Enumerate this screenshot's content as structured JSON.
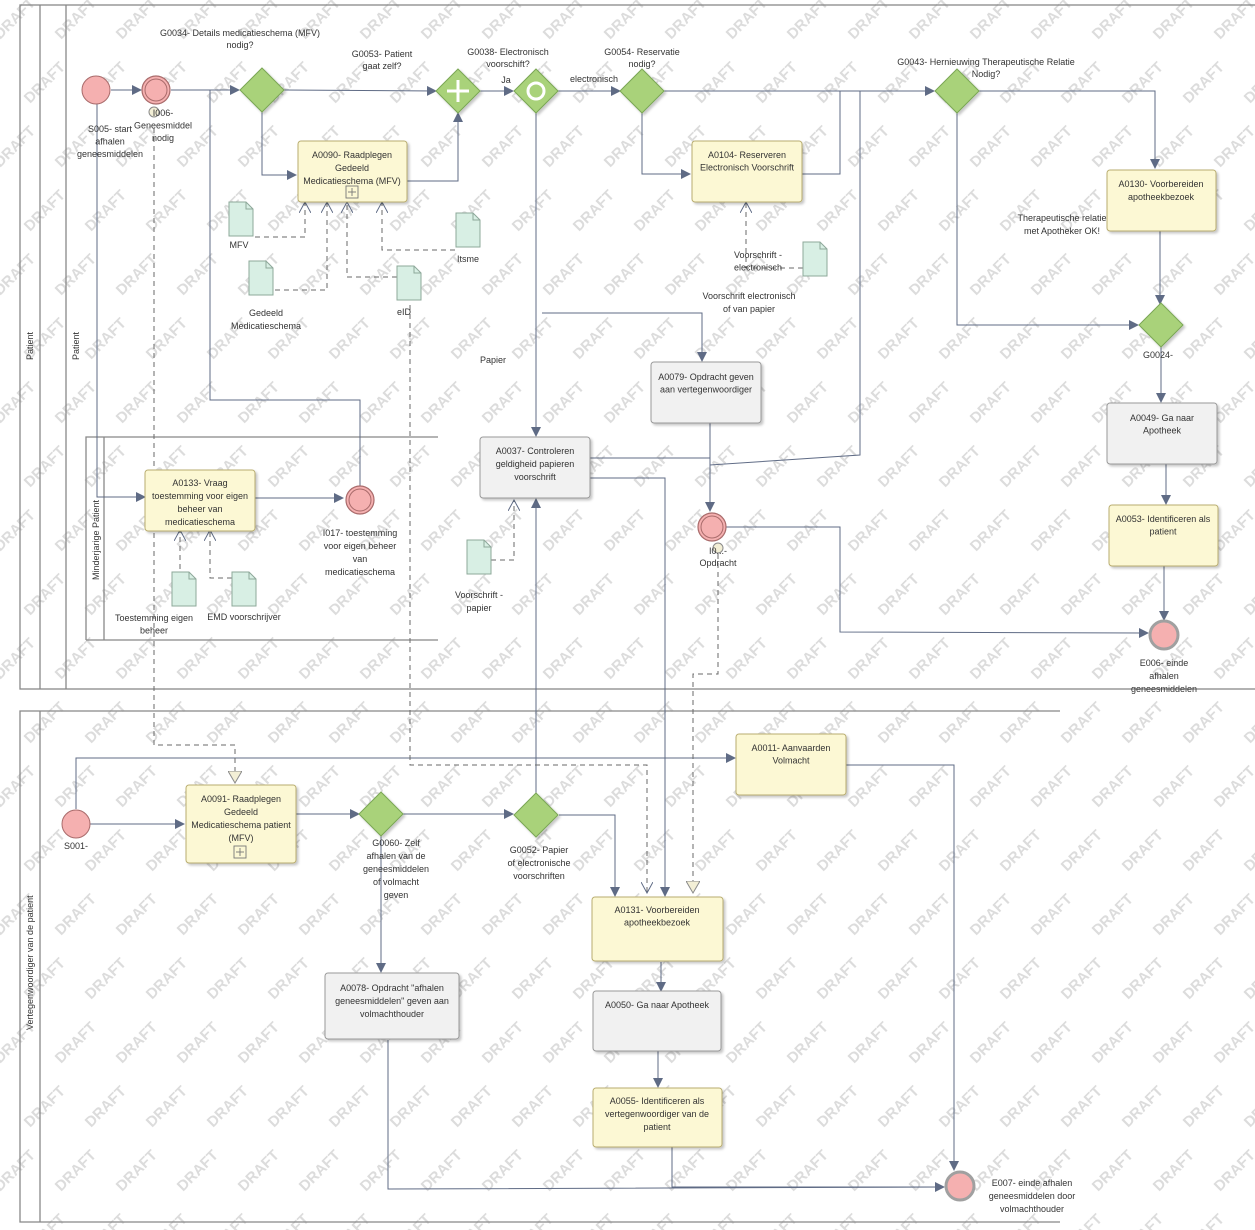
{
  "watermark": "DRAFT",
  "colors": {
    "task_fill": "#fcf8d4",
    "task_stroke": "#b9ad70",
    "gray_fill": "#f1f1f1",
    "gray_stroke": "#999999",
    "event_fill": "#f5b0b0",
    "event_stroke": "#a96b6b",
    "gateway_fill": "#a9d27a",
    "gateway_stroke": "#7aa654",
    "doc_fill": "#d8efe4",
    "edge": "#5f6b85"
  },
  "pools": {
    "patient": "Patient",
    "patient_lane": "Patient",
    "minor_lane": "Minderjarige Patient",
    "representative": "Vertegenwoordiger van de patient"
  },
  "events": {
    "s005": [
      "S005- start",
      "afhalen",
      "geneesmiddelen"
    ],
    "i006": [
      "I006-",
      "Geneesmiddel",
      "nodig"
    ],
    "i017": [
      "I017- toestemming",
      "voor eigen beheer",
      "van",
      "medicatieschema"
    ],
    "i0xx": [
      "I0...-",
      "Opdracht"
    ],
    "e006": [
      "E006- einde",
      "afhalen",
      "geneesmiddelen"
    ],
    "s001": [
      "S001-"
    ],
    "e007": [
      "E007- einde afhalen",
      "geneesmiddelen door",
      "volmachthouder"
    ]
  },
  "gateways": {
    "g0034": [
      "G0034- Details medicatieschema (MFV)",
      "nodig?"
    ],
    "g0053": [
      "G0053- Patient",
      "gaat zelf?"
    ],
    "g0038": [
      "G0038- Electronisch",
      "voorschift?"
    ],
    "g0054": [
      "G0054- Reservatie",
      "nodig?"
    ],
    "g0043": [
      "G0043- Hernieuwing Therapeutische Relatie",
      "Nodig?"
    ],
    "g0024": [
      "G0024-"
    ],
    "g0060": [
      "G0060- Zelf",
      "afhalen van de",
      "geneesmiddelen",
      "of volmacht",
      "geven"
    ],
    "g0052": [
      "G0052- Papier",
      "of electronische",
      "voorschriften"
    ]
  },
  "tasks": {
    "a0090": [
      "A0090- Raadplegen",
      "Gedeeld",
      "Medicatieschema (MFV)"
    ],
    "a0104": [
      "A0104- Reserveren",
      "Electronisch Voorschrift"
    ],
    "a0130": [
      "A0130- Voorbereiden",
      "apotheekbezoek"
    ],
    "a0133": [
      "A0133- Vraag",
      "toestemming voor eigen",
      "beheer van",
      "medicatieschema"
    ],
    "a0079": [
      "A0079- Opdracht geven",
      "aan vertegenwoordiger"
    ],
    "a0037": [
      "A0037- Controleren",
      "geldigheid papieren",
      "voorschrift"
    ],
    "a0049": [
      "A0049- Ga naar",
      "Apotheek"
    ],
    "a0053": [
      "A0053- Identificeren als",
      "patient"
    ],
    "a0011": [
      "A0011- Aanvaarden",
      "Volmacht"
    ],
    "a0091": [
      "A0091- Raadplegen",
      "Gedeeld",
      "Medicatieschema patient",
      "(MFV)"
    ],
    "a0131": [
      "A0131- Voorbereiden",
      "apotheekbezoek"
    ],
    "a0078": [
      "A0078- Opdracht \"afhalen",
      "geneesmiddelen\" geven aan",
      "volmachthouder"
    ],
    "a0050": [
      "A0050- Ga naar Apotheek"
    ],
    "a0055": [
      "A0055- Identificeren als",
      "vertegenwoordiger van de",
      "patient"
    ]
  },
  "documents": {
    "mfv": [
      "MFV"
    ],
    "gedeeld": [
      "Gedeeld",
      "Medicatieschema"
    ],
    "eid": [
      "eID"
    ],
    "itsme": [
      "Itsme"
    ],
    "vs_el": [
      "Voorschrift -",
      "electronisch"
    ],
    "toest": [
      "Toestemming eigen",
      "beheer"
    ],
    "emd": [
      "EMD voorschrijver"
    ],
    "vs_pap": [
      "Voorschrift -",
      "papier"
    ]
  },
  "edge_labels": {
    "ja": "Ja",
    "electronisch": "electronisch",
    "papier": "Papier",
    "vs_el_of_pap": [
      "Voorschrift electronisch",
      "of van papier"
    ],
    "ther_rel": [
      "Therapeutische relatie",
      "met Apotheker OK!"
    ]
  }
}
